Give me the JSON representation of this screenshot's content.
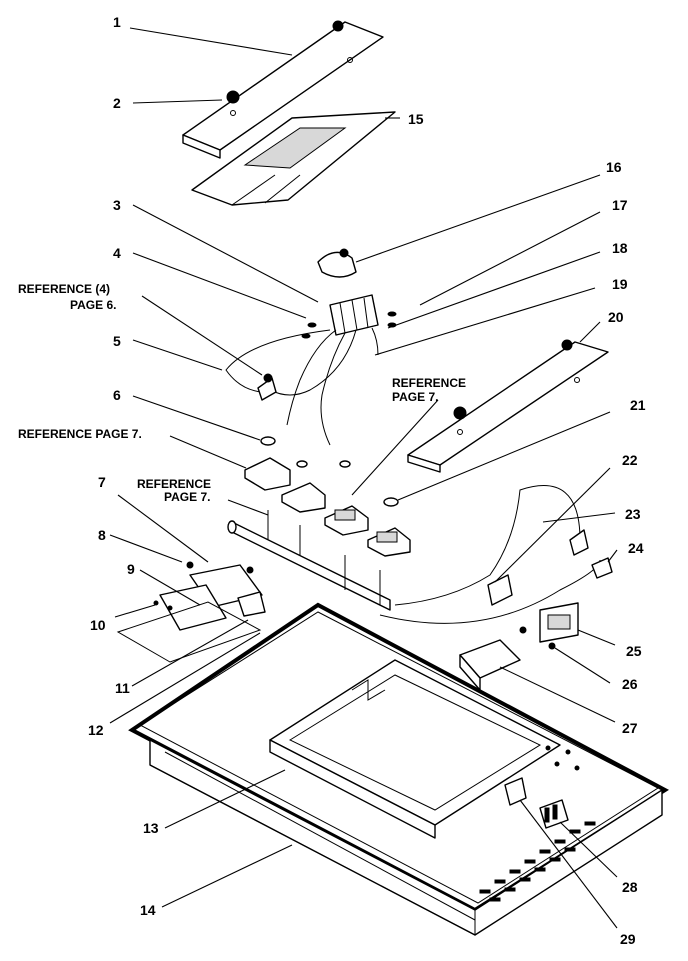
{
  "callouts": [
    "1",
    "2",
    "3",
    "4",
    "5",
    "6",
    "7",
    "8",
    "9",
    "10",
    "11",
    "12",
    "13",
    "14",
    "15",
    "16",
    "17",
    "18",
    "19",
    "20",
    "21",
    "22",
    "23",
    "24",
    "25",
    "26",
    "27",
    "28",
    "29"
  ],
  "references": {
    "ref_4_page6_line1": "REFERENCE (4)",
    "ref_4_page6_line2": "PAGE 6.",
    "ref_page7_center_line1": "REFERENCE",
    "ref_page7_center_line2": "PAGE 7.",
    "ref_page7_left": "REFERENCE PAGE 7.",
    "ref_page7_mid_line1": "REFERENCE",
    "ref_page7_mid_line2": "PAGE 7."
  }
}
